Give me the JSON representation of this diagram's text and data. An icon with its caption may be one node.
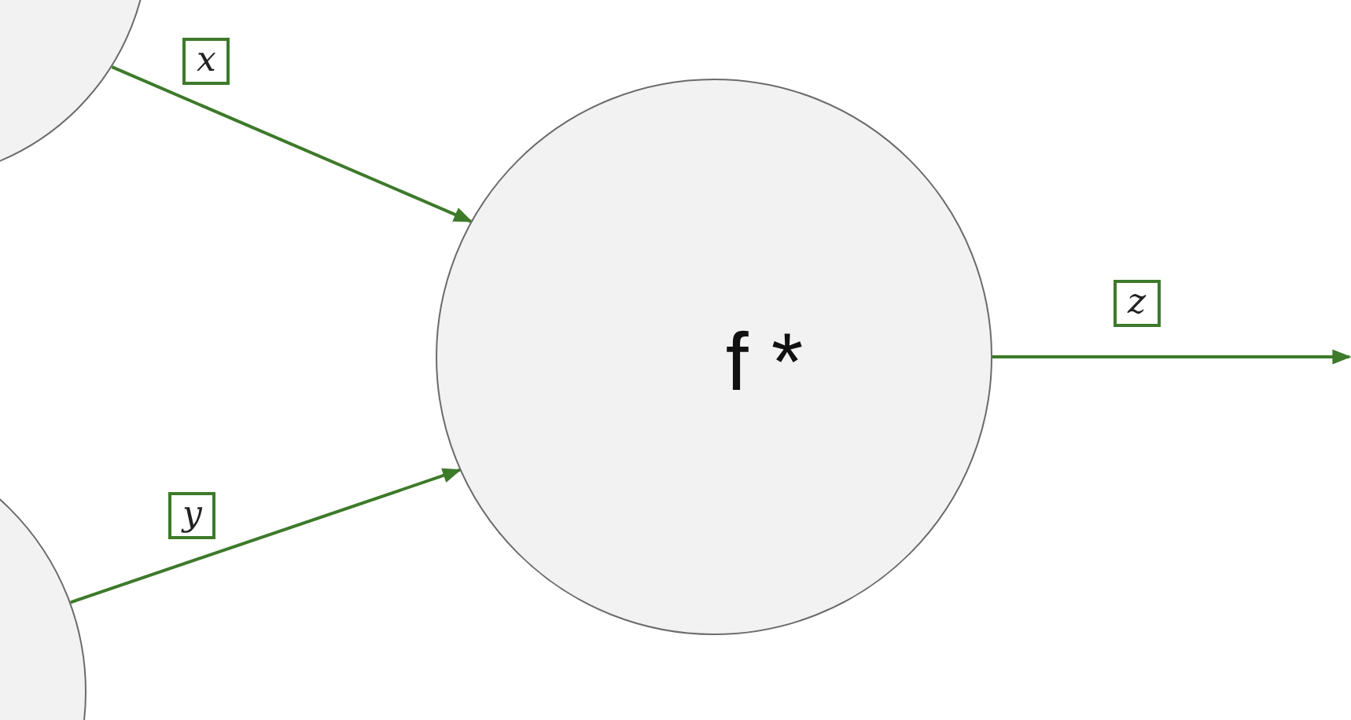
{
  "diagram": {
    "nodes": [
      {
        "text": [],
        "shape": "circle"
      },
      {
        "text": [],
        "shape": "circle"
      },
      {
        "text": [
          "f *"
        ]
      }
    ],
    "edges": [
      {
        "from": 0,
        "to": 2,
        "arrow": "to",
        "label": "x"
      },
      {
        "from": 1,
        "to": 2,
        "arrow": "to",
        "label": "y"
      },
      {
        "from": 2,
        "to": null,
        "arrow": "to",
        "label": "z"
      }
    ]
  }
}
